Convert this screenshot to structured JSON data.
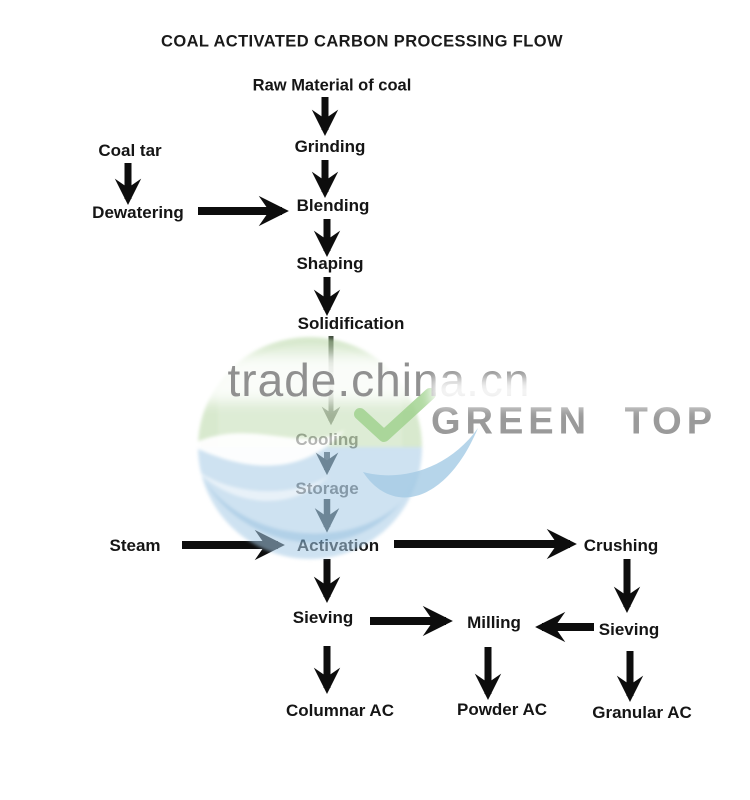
{
  "title": "COAL ACTIVATED CARBON PROCESSING FLOW",
  "flow": {
    "nodes": {
      "raw": "Raw Material of coal",
      "coal_tar": "Coal tar",
      "grinding": "Grinding",
      "dewatering": "Dewatering",
      "blending": "Blending",
      "shaping": "Shaping",
      "solidification": "Solidification",
      "cooling": "Cooling",
      "storage": "Storage",
      "steam": "Steam",
      "activation": "Activation",
      "crushing": "Crushing",
      "sieving_left": "Sieving",
      "milling": "Milling",
      "sieving_right": "Sieving",
      "columnar_ac": "Columnar AC",
      "powder_ac": "Powder AC",
      "granular_ac": "Granular AC"
    },
    "edges": [
      {
        "from": "Raw Material of coal",
        "to": "Grinding"
      },
      {
        "from": "Coal tar",
        "to": "Dewatering"
      },
      {
        "from": "Grinding",
        "to": "Blending"
      },
      {
        "from": "Dewatering",
        "to": "Blending"
      },
      {
        "from": "Blending",
        "to": "Shaping"
      },
      {
        "from": "Shaping",
        "to": "Solidification"
      },
      {
        "from": "Solidification",
        "to": "Cooling"
      },
      {
        "from": "Cooling",
        "to": "Storage"
      },
      {
        "from": "Storage",
        "to": "Activation"
      },
      {
        "from": "Steam",
        "to": "Activation"
      },
      {
        "from": "Activation",
        "to": "Crushing"
      },
      {
        "from": "Activation",
        "to": "Sieving"
      },
      {
        "from": "Crushing",
        "to": "Sieving"
      },
      {
        "from": "Sieving (left)",
        "to": "Milling"
      },
      {
        "from": "Sieving (right)",
        "to": "Milling"
      },
      {
        "from": "Sieving (left)",
        "to": "Columnar AC"
      },
      {
        "from": "Milling",
        "to": "Powder AC"
      },
      {
        "from": "Sieving (right)",
        "to": "Granular AC"
      }
    ]
  },
  "watermark": {
    "site_text": "trade.china.cn",
    "brand_text": "GREEN TOP",
    "site_color": "#909090",
    "brand_color": "#9a9a9a",
    "globe_green": "#b9d8a7",
    "globe_blue": "#a7cbe6",
    "check_green": "#9ed18c",
    "leaf_blue": "#a5cbe5"
  },
  "colors": {
    "arrow_black": "#0d0d0d",
    "arrow_gray": "#787d76",
    "arrow_dark": "#263238",
    "label": "#151515",
    "faded_label": "#5d5d5d"
  }
}
